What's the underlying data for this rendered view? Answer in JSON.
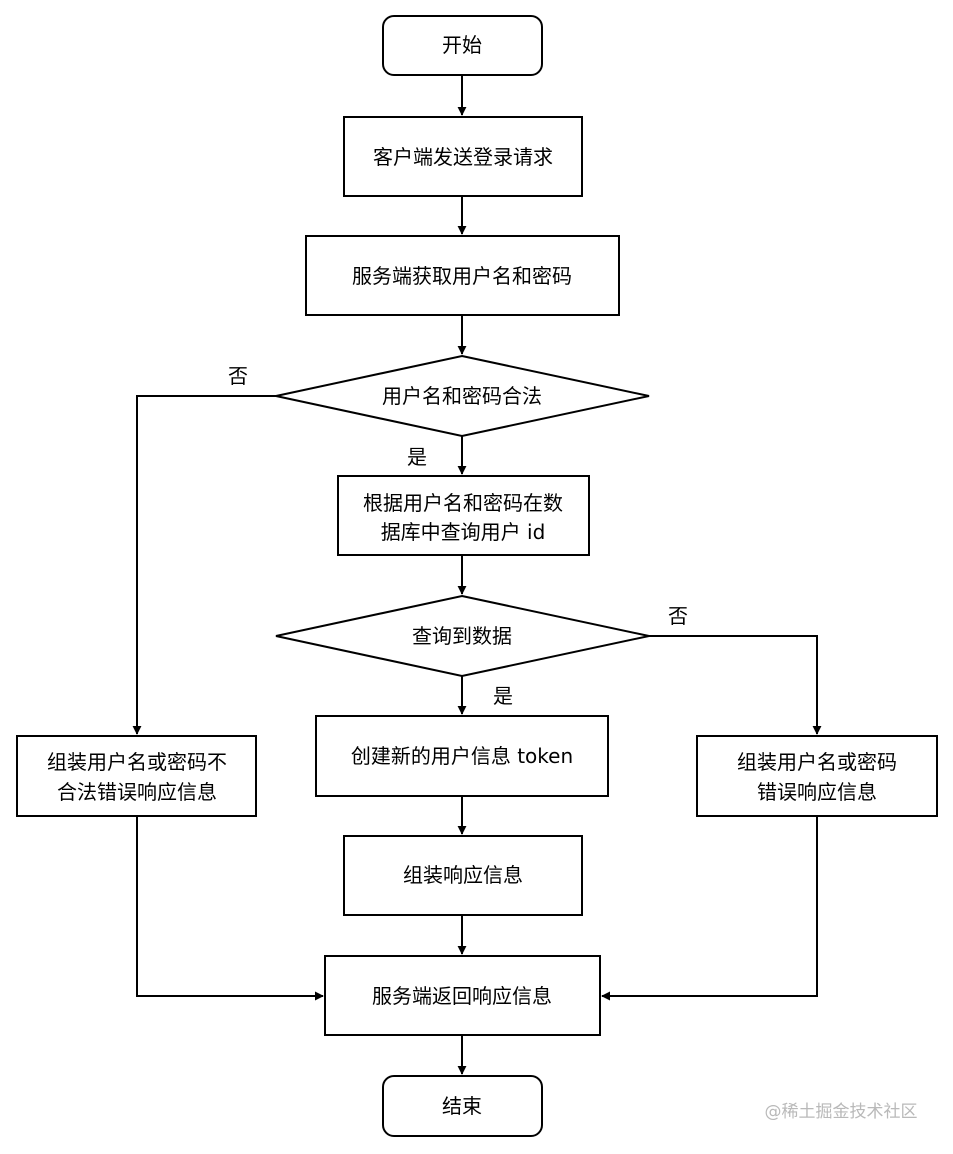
{
  "nodes": {
    "start": "开始",
    "client_send": "客户端发送登录请求",
    "server_get": "服务端获取用户名和密码",
    "check_valid": "用户名和密码合法",
    "query_line1": "根据用户名和密码在数",
    "query_line2": "据库中查询用户 id",
    "found": "查询到数据",
    "create_token": "创建新的用户信息 token",
    "invalid_line1": "组装用户名或密码不",
    "invalid_line2": "合法错误响应信息",
    "wrong_line1": "组装用户名或密码",
    "wrong_line2": "错误响应信息",
    "assemble": "组装响应信息",
    "server_return": "服务端返回响应信息",
    "end": "结束"
  },
  "labels": {
    "no_valid": "否",
    "yes_valid": "是",
    "no_found": "否",
    "yes_found": "是"
  },
  "watermark": "@稀土掘金技术社区"
}
